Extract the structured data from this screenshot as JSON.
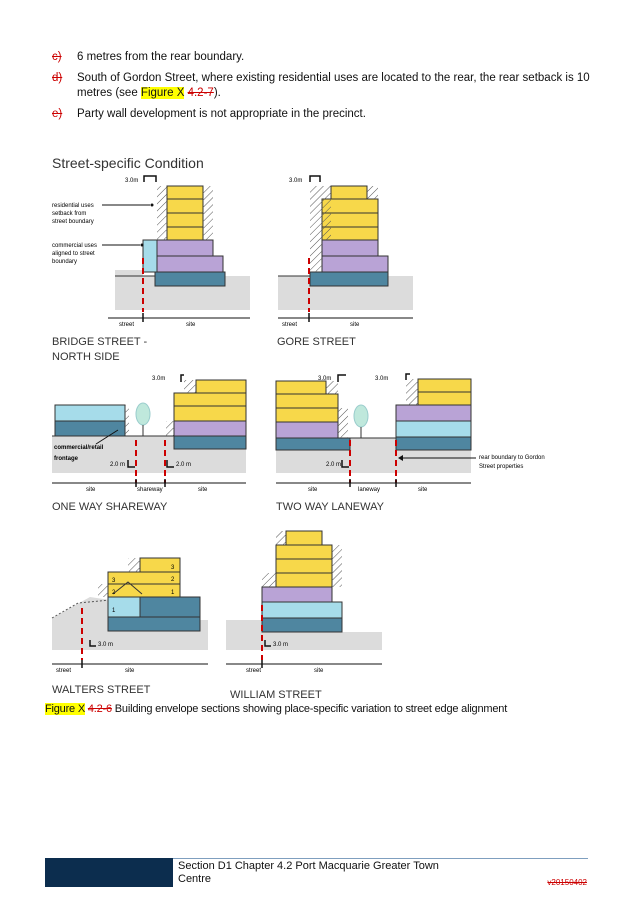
{
  "list": [
    {
      "marker": "c)",
      "parts": {
        "a": "6 metres from the rear boundary."
      }
    },
    {
      "marker": "d)",
      "parts": {
        "a": "South of Gordon Street, where existing residential uses are located to the rear, the rear setback is 10 metres (see ",
        "hl": "Figure X",
        "del": "4.2-7",
        "b": ")."
      }
    },
    {
      "marker": "e)",
      "parts": {
        "a": "Party wall development is not appropriate in the precinct."
      }
    }
  ],
  "figure": {
    "heading": "Street-specific Condition",
    "panels": {
      "bridge": {
        "title1": "BRIDGE STREET  -",
        "title2": "NORTH SIDE",
        "dim": "3.0m",
        "label_res": [
          "residential uses",
          "setback from",
          "street boundary"
        ],
        "label_com": [
          "commercial uses",
          "aligned to street",
          "boundary"
        ],
        "street": "street",
        "site": "site"
      },
      "gore": {
        "title": "GORE STREET",
        "dim": "3.0m",
        "street": "street",
        "site": "site"
      },
      "shareway": {
        "title": "ONE WAY SHAREWAY",
        "dim": "3.0m",
        "label": [
          "commercial/retail",
          "frontage"
        ],
        "dim_left": "2.0 m",
        "dim_right": "2.0 m",
        "site_left": "site",
        "middle": "shareway",
        "site_right": "site"
      },
      "laneway": {
        "title": "TWO WAY LANEWAY",
        "dim_a": "3.0m",
        "dim_b": "3.0m",
        "dim_left": "2.0 m",
        "label": [
          "rear boundary to Gordon",
          "Street properties"
        ],
        "site_left": "site",
        "middle": "laneway",
        "site_right": "site"
      },
      "walters": {
        "title": "WALTERS STREET",
        "dim": "3.0 m",
        "floors": [
          "3",
          "3",
          "2",
          "2",
          "1",
          "1"
        ],
        "street": "street",
        "site": "site"
      },
      "william": {
        "title": "WILLIAM STREET",
        "dim": "3.0 m",
        "street": "street",
        "site": "site"
      }
    }
  },
  "caption": {
    "hl": "Figure X",
    "del": "4.2-6",
    "text": " Building envelope sections showing place-specific variation to street edge alignment"
  },
  "footer": {
    "line1": "Section D1 Chapter 4.2  Port Macquarie Greater Town",
    "line2": "Centre",
    "version": "v20150402"
  },
  "colors": {
    "yellow": "#f7d84a",
    "purple": "#b9a3d6",
    "cyan": "#a6dcea",
    "ground": "#dcdcdc",
    "base": "#4f86a0",
    "navy": "#0c2d4e",
    "red": "#cc0000"
  }
}
